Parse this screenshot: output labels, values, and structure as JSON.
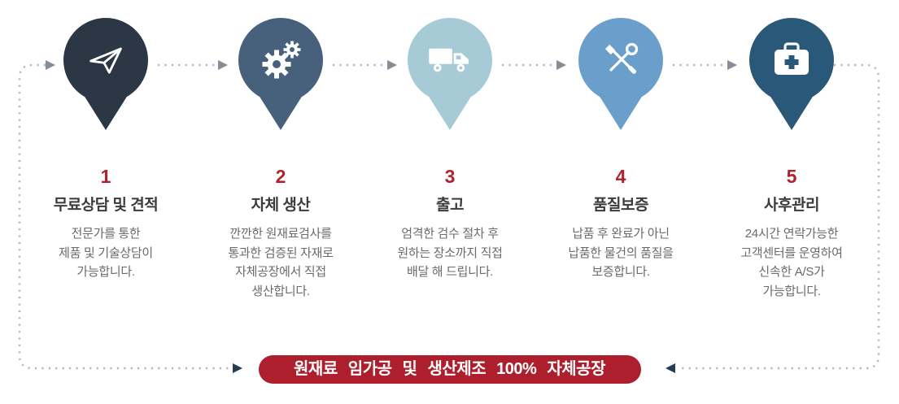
{
  "steps": [
    {
      "number": "1",
      "title": "무료상담 및 견적",
      "description": "전문가를 통한\n제품 및 기술상담이\n가능합니다.",
      "icon": "paper-plane-icon",
      "pin_color": "#2b3744"
    },
    {
      "number": "2",
      "title": "자체 생산",
      "description": "깐깐한 원재료검사를\n통과한 검증된 자재로\n자체공장에서 직접\n생산합니다.",
      "icon": "gears-icon",
      "pin_color": "#47617c"
    },
    {
      "number": "3",
      "title": "출고",
      "description": "엄격한 검수 절차 후\n원하는 장소까지 직접\n배달 해 드립니다.",
      "icon": "truck-icon",
      "pin_color": "#a6cbd7"
    },
    {
      "number": "4",
      "title": "품질보증",
      "description": "납품 후 완료가 아닌\n납품한 물건의 품질을\n보증합니다.",
      "icon": "tools-icon",
      "pin_color": "#6b9fcb"
    },
    {
      "number": "5",
      "title": "사후관리",
      "description": "24시간 연락가능한\n고객센터를 운영하여\n신속한 A/S가\n가능합니다.",
      "icon": "first-aid-kit-icon",
      "pin_color": "#2a5879"
    }
  ],
  "banner": {
    "text": "원재료 임가공 및 생산제조 100% 자체공장",
    "bg_color": "#ad1f2d",
    "text_color": "#ffffff"
  },
  "colors": {
    "number": "#b1222f",
    "title": "#3b3b3b",
    "description": "#6a6a6a",
    "dotted_line": "#aeb7c2",
    "arrow": "#848d99",
    "arrow_dark": "#243d53"
  }
}
